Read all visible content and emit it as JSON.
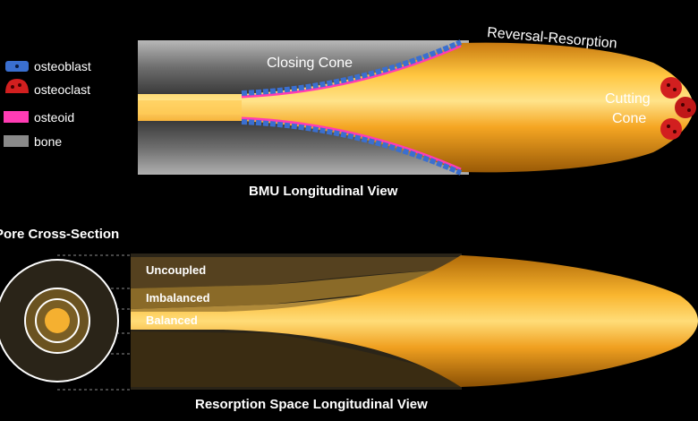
{
  "legend": [
    {
      "label": "osteoblast",
      "icon": "osteoblast-icon",
      "color": "#3a6fd0"
    },
    {
      "label": "osteoclast",
      "icon": "osteoclast-icon",
      "color": "#d21f1f"
    },
    {
      "label": "osteoid",
      "icon": "osteoid-swatch",
      "color": "#ff3cb4"
    },
    {
      "label": "bone",
      "icon": "bone-swatch",
      "color": "#8a8a8a"
    }
  ],
  "top_diagram": {
    "closing_cone": "Closing Cone",
    "reversal_resorption": "Reversal-Resorption",
    "cutting_cone_line1": "Cutting",
    "cutting_cone_line2": "Cone",
    "caption": "BMU Longitudinal View"
  },
  "bottom_diagram": {
    "pore_title": "Pore Cross-Section",
    "bands": [
      "Uncoupled",
      "Imbalanced",
      "Balanced"
    ],
    "caption": "Resorption Space Longitudinal View"
  },
  "colors": {
    "gold": "#f5a623",
    "bone_gray": "#8a8a8a",
    "osteoid_pink": "#ff3cb4",
    "osteoblast_blue": "#3a6fd0",
    "osteoclast_red": "#d21f1f"
  }
}
